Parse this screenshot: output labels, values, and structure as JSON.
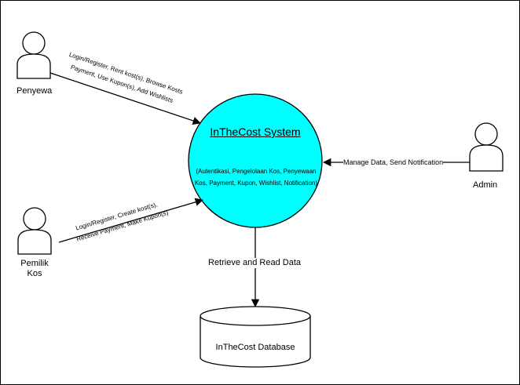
{
  "diagram": {
    "system": {
      "title": "InTheCost System",
      "description": "(Autentikasi, Pengelolaan Kos, Penyewaan Kos, Payment, Kupon, Wishlist, Notification)",
      "fill": "#00ffff"
    },
    "actors": {
      "penyewa": "Penyewa",
      "pemilik_line1": "Pemilik",
      "pemilik_line2": "Kos",
      "admin": "Admin"
    },
    "edges": {
      "penyewa_line1": "Login/Register, Rent kost(s), Browse Kosts",
      "penyewa_line2": "Payment, Use Kupon(s), Add Wishlists",
      "pemilik_line1": "Login/Register, Create kost(s),",
      "pemilik_line2": "Receive Payment, Make Kupon(s)",
      "admin": "Manage Data, Send Notification",
      "database": "Retrieve and Read Data"
    },
    "database": {
      "label": "InTheCost Database"
    }
  }
}
